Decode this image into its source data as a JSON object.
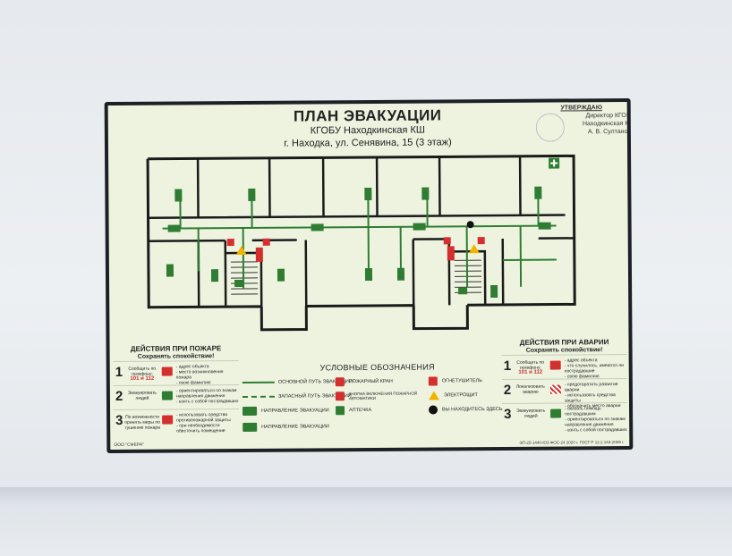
{
  "plan": {
    "title": "ПЛАН ЭВАКУАЦИИ",
    "organization": "КГОБУ Находкинская КШ",
    "address": "г. Находка, ул. Сенявина, 15 (3 этаж)"
  },
  "approval": {
    "heading": "УТВЕРЖДАЮ",
    "line1": "Директор КГОБУ",
    "line2": "Находкинская КШ",
    "line3": "А. В. Султанова"
  },
  "fire": {
    "heading1": "ДЕЙСТВИЯ ПРИ ПОЖАРЕ",
    "heading2": "Сохранять спокойствие!",
    "steps": [
      {
        "num": "1",
        "label": "Сообщить по телефону:",
        "phone": "101 и 112",
        "desc": "- адрес объекта\n- место возникновения пожара\n- свою фамилию"
      },
      {
        "num": "2",
        "label": "Эвакуировать людей",
        "desc": "- ориентироваться по знакам направления движения\n- взять с собой пострадавших"
      },
      {
        "num": "3",
        "label": "По возможности принять меры по тушению пожара",
        "desc": "- использовать средства противопожарной защиты\n- при необходимости обесточить помещение"
      }
    ]
  },
  "accident": {
    "heading1": "ДЕЙСТВИЯ ПРИ АВАРИИ",
    "heading2": "Сохранять спокойствие!",
    "steps": [
      {
        "num": "1",
        "label": "Сообщить по телефону:",
        "phone": "101 и 112",
        "desc": "- адрес объекта\n- что случилось, имеются ли пострадавшие\n- свою фамилию"
      },
      {
        "num": "2",
        "label": "Локализовать аварию",
        "desc": "- предотвратить развитие аварии\n- использовать средства защиты\n- обозначить место аварии"
      },
      {
        "num": "3",
        "label": "Эвакуировать людей",
        "desc": "- оказать помощь пострадавшим\n- ориентироваться по знакам направления движения\n- взять с собой пострадавших"
      }
    ]
  },
  "legend": {
    "heading": "УСЛОВНЫЕ ОБОЗНАЧЕНИЯ",
    "items": {
      "main_route": "ОСНОВНОЙ ПУТЬ ЭВАКУАЦИИ",
      "spare_route": "ЗАПАСНЫЙ ПУТЬ ЭВАКУАЦИИ",
      "direction1": "НАПРАВЛЕНИЕ ЭВАКУАЦИИ",
      "direction2": "НАПРАВЛЕНИЕ ЭВАКУАЦИИ",
      "hydrant": "ПОЖАРНЫЙ КРАН",
      "alarm_button": "КНОПКА ВКЛЮЧЕНИЯ ПОЖАРНОЙ АВТОМАТИКИ",
      "first_aid": "АПТЕЧКА",
      "extinguisher": "ОГНЕТУШИТЕЛЬ",
      "electric": "ЭЛЕКТРОЩИТ",
      "you_are_here": "ВЫ НАХОДИТЕСЬ ЗДЕСЬ"
    }
  },
  "footer": {
    "maker": "ООО \"СФЕРА\"",
    "codes": "ЭП-25-1440-ЮЗ ФОС-24 2020 г. ГОСТ Р 12.2.143-2009 г."
  },
  "colors": {
    "wall": "#e9ecef",
    "plate_bg": "#eef3e0",
    "route_green": "#2e7d32",
    "fire_red": "#d32f2f",
    "warning_yellow": "#f2b400"
  }
}
